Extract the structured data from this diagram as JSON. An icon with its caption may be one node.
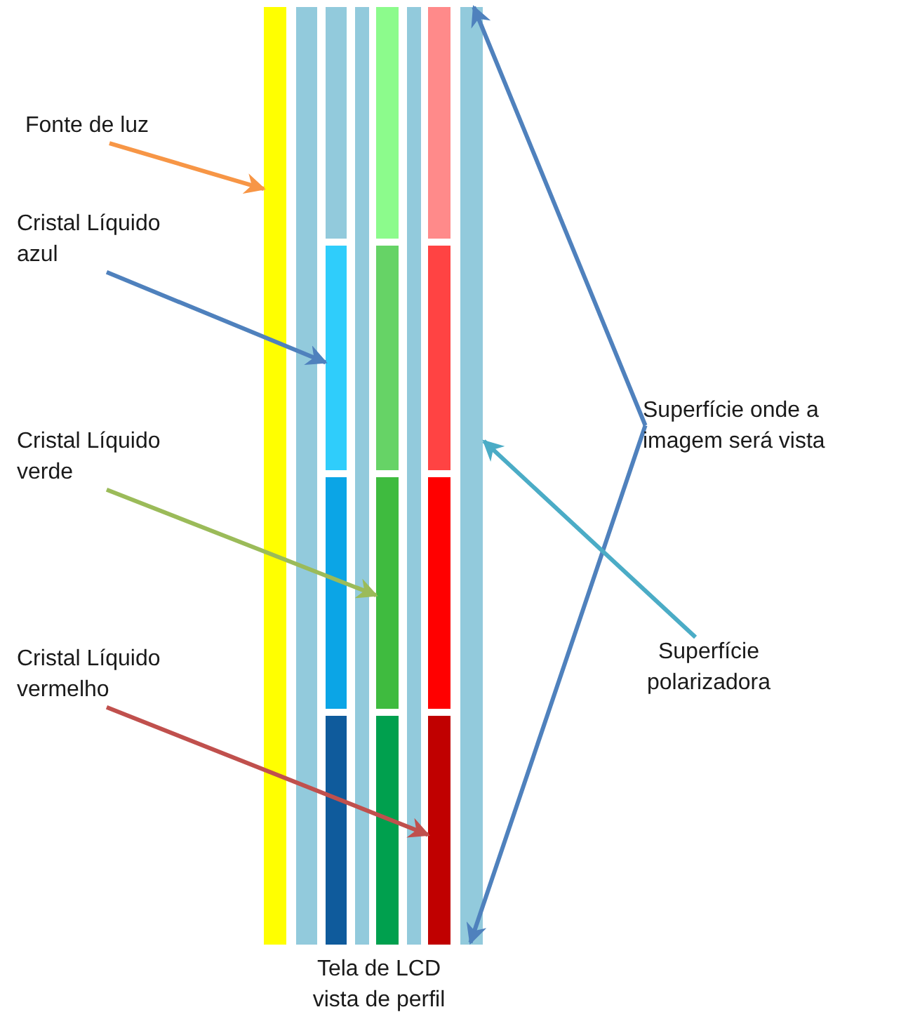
{
  "diagram": {
    "nodes": [
      {
        "text": [
          "Fonte de luz"
        ]
      },
      {
        "text": [
          "Cristal Líquido azul"
        ]
      },
      {
        "text": [
          "Cristal Líquido verde"
        ]
      },
      {
        "text": [
          "Cristal Líquido vermelho"
        ]
      },
      {
        "text": [
          "Superfície onde a imagem será vista"
        ]
      },
      {
        "text": [
          "Superfície polarizadora"
        ]
      },
      {
        "text": [],
        "shape": "bar"
      },
      {
        "text": [],
        "shape": "bar"
      },
      {
        "text": [],
        "shape": "bar"
      },
      {
        "text": [],
        "shape": "bar"
      },
      {
        "text": [],
        "shape": "bar"
      }
    ],
    "edges": [
      {
        "from": 0,
        "to": 6,
        "arrow": "to",
        "color": "#f79646"
      },
      {
        "from": 1,
        "to": 7,
        "arrow": "to",
        "color": "#4f81bd"
      },
      {
        "from": 2,
        "to": 8,
        "arrow": "to",
        "color": "#9bbb59"
      },
      {
        "from": 3,
        "to": 9,
        "arrow": "to",
        "color": "#c0504d"
      },
      {
        "from": 4,
        "to": 10,
        "arrow": "to",
        "color": "#4f81bd"
      },
      {
        "from": 4,
        "to": 10,
        "arrow": "to",
        "color": "#4f81bd"
      },
      {
        "from": 5,
        "to": 10,
        "arrow": "to",
        "color": "#4bacc6"
      }
    ],
    "labels": [
      "Tela de LCD vista de perfil"
    ]
  }
}
